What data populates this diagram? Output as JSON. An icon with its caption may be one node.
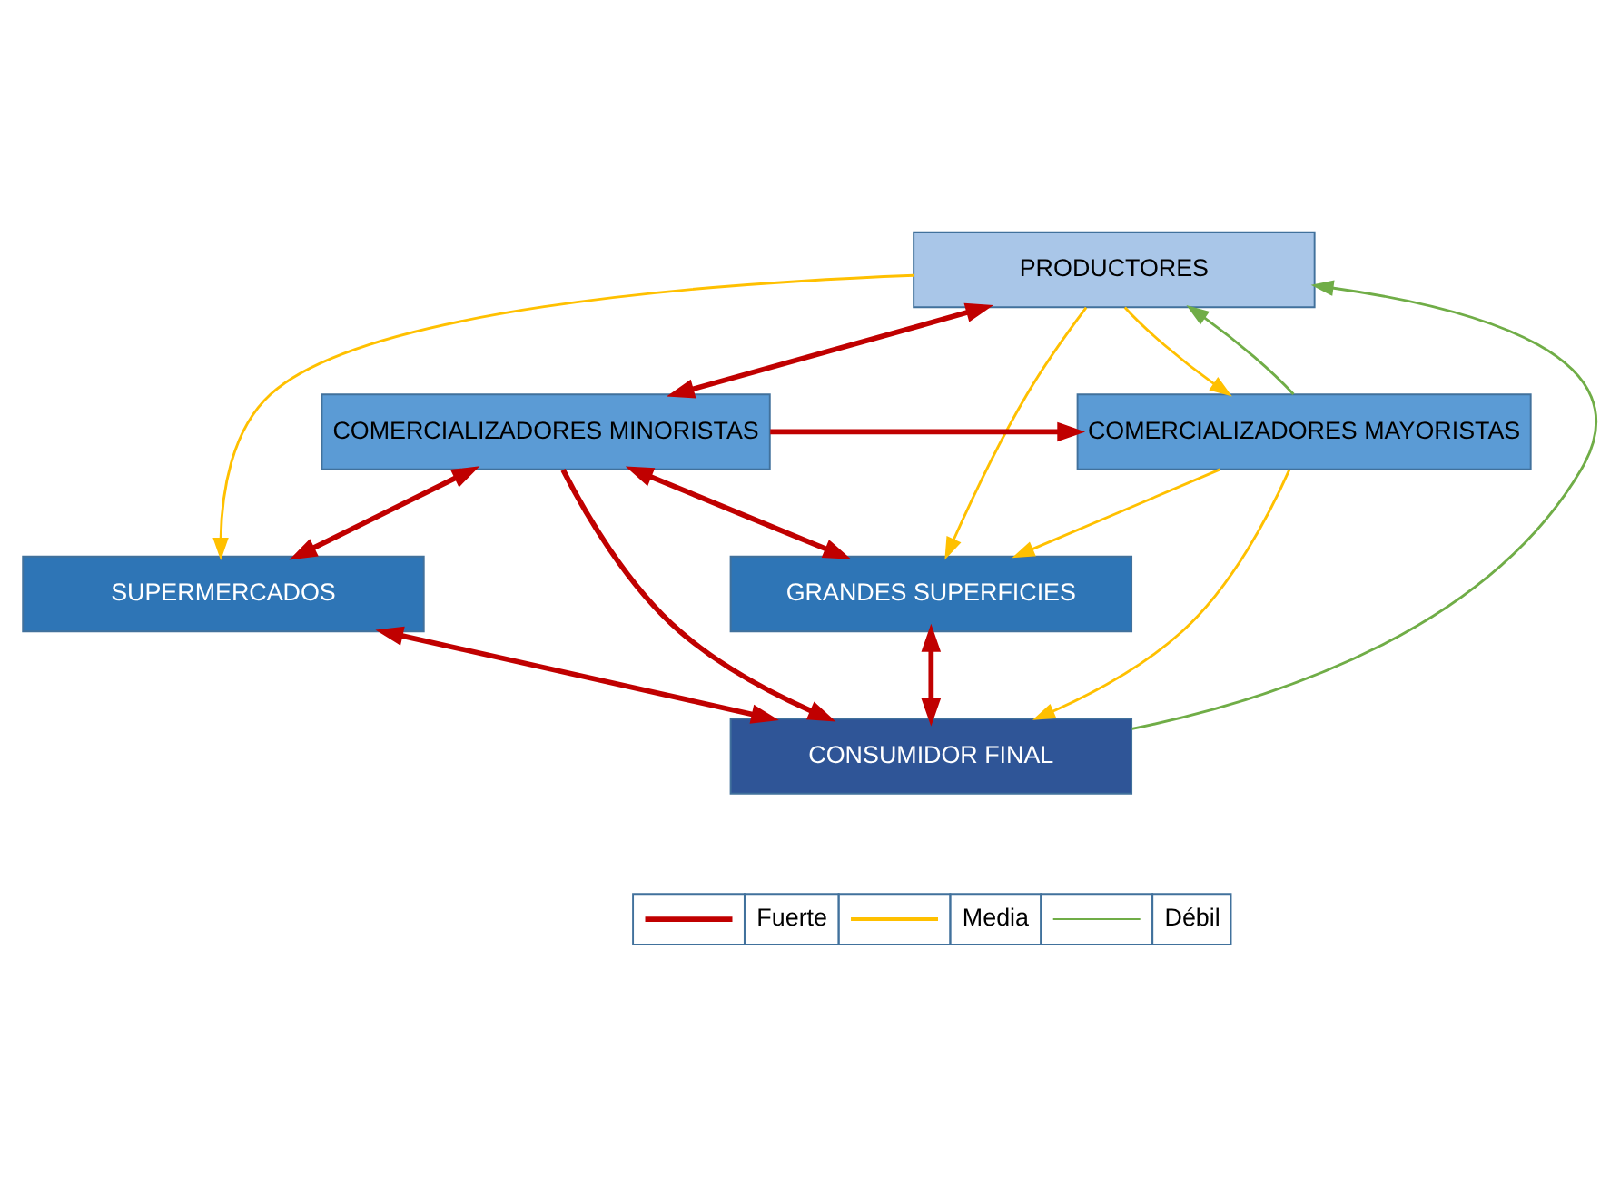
{
  "diagram": {
    "nodes": [
      {
        "text": [
          "PRODUCTORES"
        ]
      },
      {
        "text": [
          "COMERCIALIZADORES MINORISTAS"
        ]
      },
      {
        "text": [
          "COMERCIALIZADORES MAYORISTAS"
        ]
      },
      {
        "text": [
          "SUPERMERCADOS"
        ]
      },
      {
        "text": [
          "GRANDES SUPERFICIES"
        ]
      },
      {
        "text": [
          "CONSUMIDOR FINAL"
        ]
      }
    ],
    "edges": [
      {
        "from": 0,
        "to": 1,
        "arrow": "both"
      },
      {
        "from": 1,
        "to": 2,
        "arrow": "to"
      },
      {
        "from": 1,
        "to": 5,
        "arrow": "to"
      },
      {
        "from": 1,
        "to": 3,
        "arrow": "both"
      },
      {
        "from": 1,
        "to": 4,
        "arrow": "both"
      },
      {
        "from": 3,
        "to": 5,
        "arrow": "both"
      },
      {
        "from": 4,
        "to": 5,
        "arrow": "both"
      },
      {
        "from": 0,
        "to": 3,
        "arrow": "to",
        "color": "#ffc000"
      },
      {
        "from": 0,
        "to": 2,
        "arrow": "to",
        "color": "#ffc000"
      },
      {
        "from": 0,
        "to": 4,
        "arrow": "to",
        "color": "#ffc000"
      },
      {
        "from": 2,
        "to": 4,
        "arrow": "to",
        "color": "#ffc000"
      },
      {
        "from": 2,
        "to": 5,
        "arrow": "to",
        "color": "#ffc000"
      },
      {
        "from": 2,
        "to": 0,
        "arrow": "to",
        "color": "#70ad47"
      },
      {
        "from": 5,
        "to": 0,
        "arrow": "to",
        "color": "#70ad47"
      }
    ],
    "legend": [
      {
        "text": "Fuerte"
      },
      {
        "text": "Media"
      },
      {
        "text": "Débil"
      }
    ]
  }
}
